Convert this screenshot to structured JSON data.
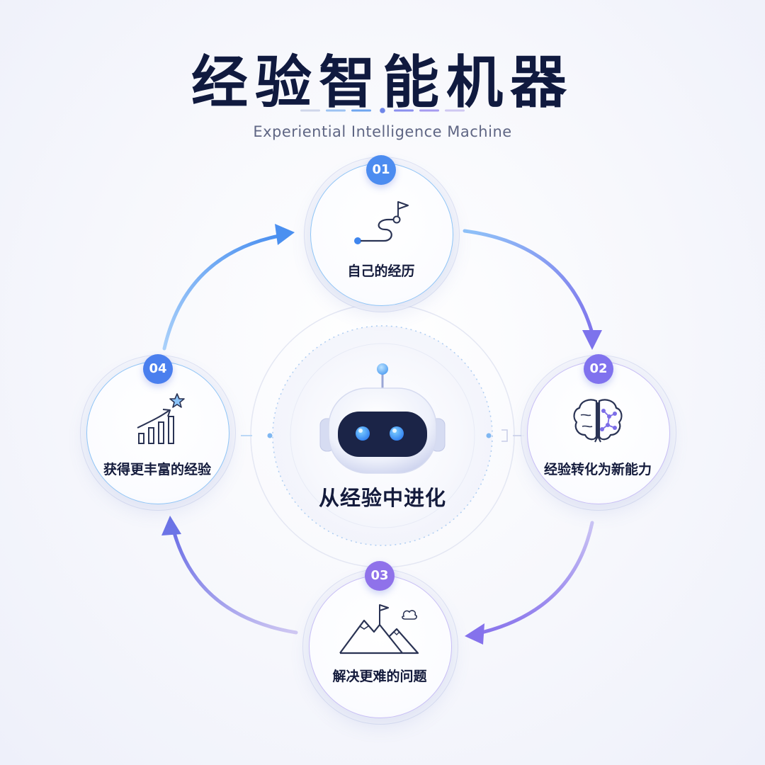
{
  "header": {
    "title": "经验智能机器",
    "subtitle": "Experiential Intelligence Machine"
  },
  "center": {
    "label": "从经验中进化",
    "icon": "robot-icon"
  },
  "steps": [
    {
      "number": "01",
      "label": "自己的经历",
      "icon": "path-flag-icon"
    },
    {
      "number": "02",
      "label": "经验转化为新能力",
      "icon": "brain-network-icon"
    },
    {
      "number": "03",
      "label": "解决更难的问题",
      "icon": "mountain-flag-icon"
    },
    {
      "number": "04",
      "label": "获得更丰富的经验",
      "icon": "growth-chart-star-icon"
    }
  ],
  "colors": {
    "title": "#101a3f",
    "blue_accent": "#4c8cf0",
    "violet_accent": "#8072ee",
    "robot_eye": "#3f8cf5",
    "text_dark": "#141b3c"
  }
}
